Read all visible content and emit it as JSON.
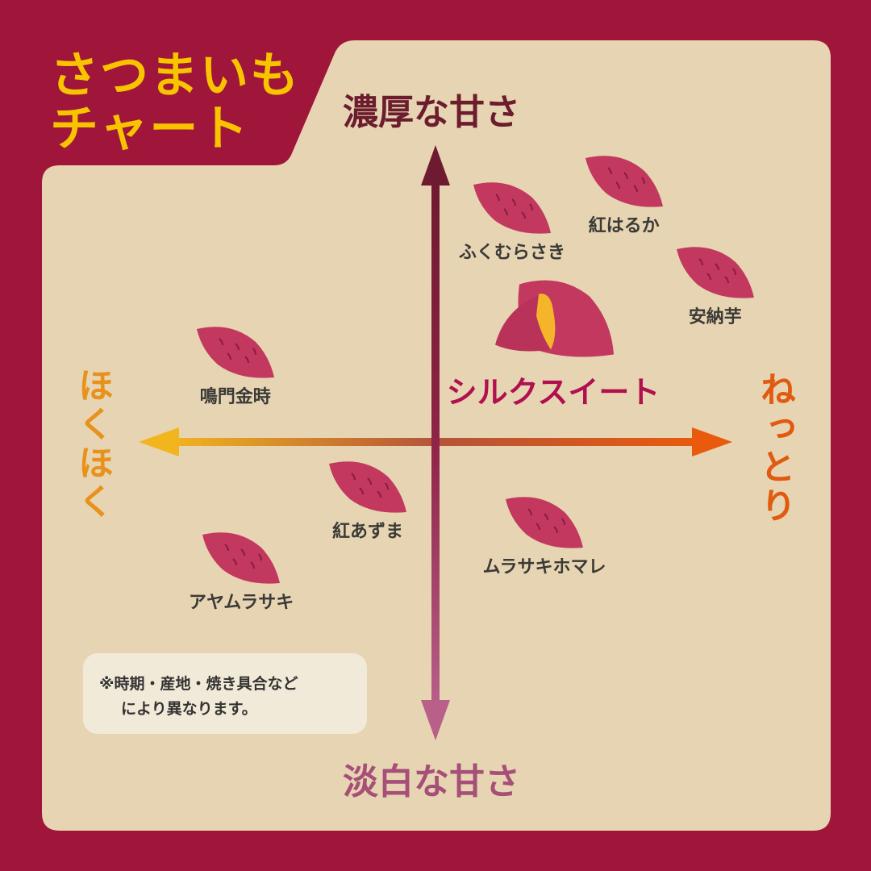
{
  "title": {
    "line1": "さつまいも",
    "line2": "チャート"
  },
  "colors": {
    "background": "#a0163a",
    "panel": "#e7d4b2",
    "title": "#f8c400",
    "potato": "#c2385f",
    "flesh": "#f4b52a"
  },
  "note": {
    "line1": "※時期・産地・焼き具合など",
    "line2": "により異なります。"
  },
  "chart_data": {
    "type": "scatter",
    "title": "さつまいもチャート",
    "x_axis": {
      "negative_label": "ほくほく",
      "positive_label": "ねっとり",
      "range": [
        -1,
        1
      ]
    },
    "y_axis": {
      "negative_label": "淡白な甘さ",
      "positive_label": "濃厚な甘さ",
      "range": [
        -1,
        1
      ]
    },
    "points": [
      {
        "name": "ふくむらさき",
        "x": 0.26,
        "y": 0.79
      },
      {
        "name": "紅はるか",
        "x": 0.64,
        "y": 0.88
      },
      {
        "name": "安納芋",
        "x": 0.95,
        "y": 0.57
      },
      {
        "name": "シルクスイート",
        "x": 0.4,
        "y": 0.42,
        "featured": true
      },
      {
        "name": "鳴門金時",
        "x": -0.68,
        "y": 0.3
      },
      {
        "name": "紅あずま",
        "x": -0.23,
        "y": -0.16
      },
      {
        "name": "アヤムラサキ",
        "x": -0.66,
        "y": -0.4
      },
      {
        "name": "ムラサキホマレ",
        "x": 0.37,
        "y": -0.28
      }
    ]
  }
}
